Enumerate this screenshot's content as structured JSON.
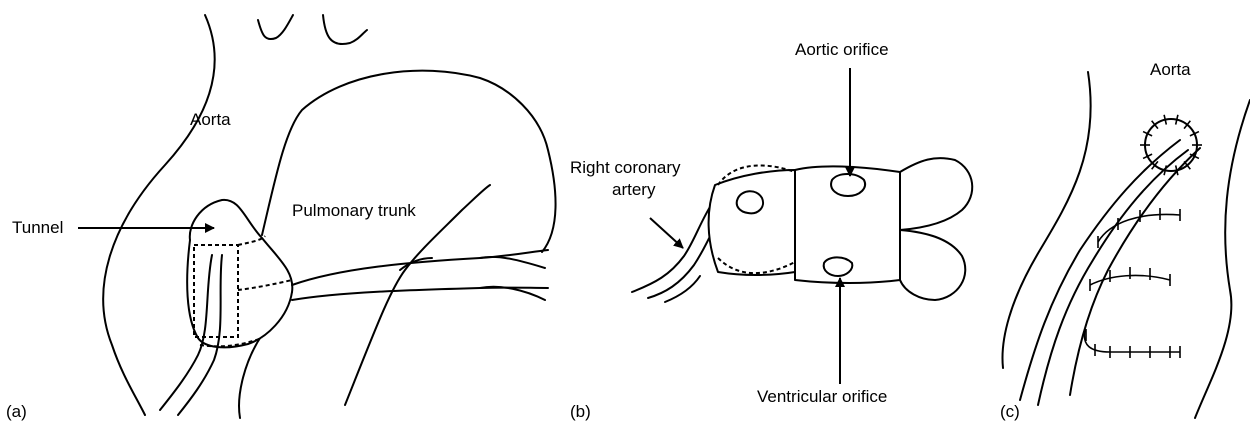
{
  "panels": {
    "a": {
      "panel_label": "(a)",
      "labels": {
        "aorta": "Aorta",
        "tunnel": "Tunnel",
        "pulmonary_trunk": "Pulmonary trunk"
      }
    },
    "b": {
      "panel_label": "(b)",
      "labels": {
        "aortic_orifice": "Aortic orifice",
        "right_coronary_line1": "Right coronary",
        "right_coronary_line2": "artery",
        "ventricular_orifice": "Ventricular orifice"
      }
    },
    "c": {
      "panel_label": "(c)",
      "labels": {
        "aorta": "Aorta"
      }
    }
  }
}
